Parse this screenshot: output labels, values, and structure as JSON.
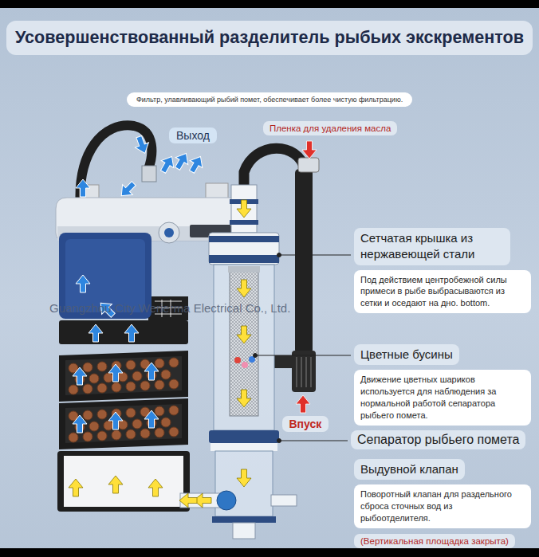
{
  "diagram": {
    "title": "Усовершенствованный разделитель рыбьих экскрементов",
    "nodes": [
      {
        "text": [
          "Фильтр, улавливающий рыбий помет, обеспечивает более чистую фильтрацию."
        ]
      },
      {
        "text": [
          "Выход"
        ]
      },
      {
        "text": [
          "Пленка для удаления масла"
        ]
      },
      {
        "text": [
          "Сетчатая крышка из нержавеющей стали",
          "Под действием центробежной силы примеси в рыбе выбрасываются из сетки и оседают на дно. bottom."
        ]
      },
      {
        "text": [
          "Цветные бусины",
          "Движение цветных шариков используется для наблюдения за нормальной работой сепаратора рыбьего помета."
        ]
      },
      {
        "text": [
          "Впуск"
        ]
      },
      {
        "text": [
          "Сепаратор рыбьего помета"
        ]
      },
      {
        "text": [
          "Выдувной клапан",
          "Поворотный клапан для раздельного сброса сточных вод из рыбоотделителя."
        ]
      },
      {
        "text": [
          "(Вертикальная площадка закрыта)"
        ]
      }
    ],
    "labels": [
      "Guangzhou City Werierma Electrical Co., Ltd."
    ]
  }
}
